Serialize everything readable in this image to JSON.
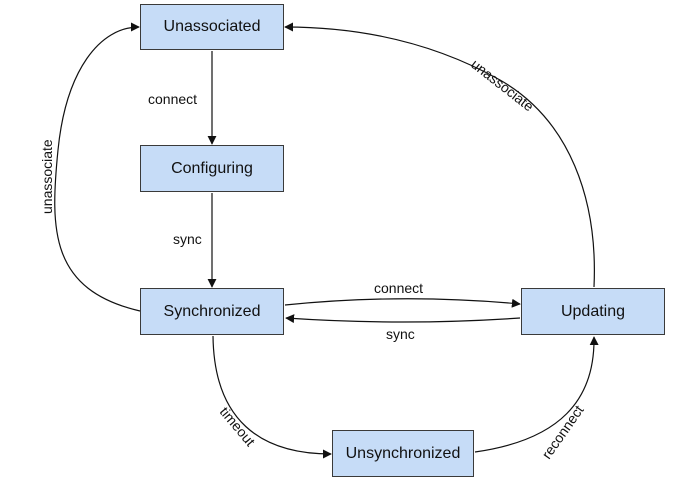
{
  "states": {
    "unassociated": "Unassociated",
    "configuring": "Configuring",
    "synchronized": "Synchronized",
    "updating": "Updating",
    "unsynchronized": "Unsynchronized"
  },
  "transitions": {
    "connect_unassociated_configuring": "connect",
    "sync_configuring_synchronized": "sync",
    "unassociate_synchronized_unassociated": "unassociate",
    "unassociate_updating_unassociated": "unassociate",
    "connect_synchronized_updating": "connect",
    "sync_updating_synchronized": "sync",
    "timeout_synchronized_unsynchronized": "timeout",
    "reconnect_unsynchronized_updating": "reconnect"
  },
  "colors": {
    "node_fill": "#c6dcf7",
    "node_border": "#3a3a3a",
    "edge": "#111111"
  }
}
